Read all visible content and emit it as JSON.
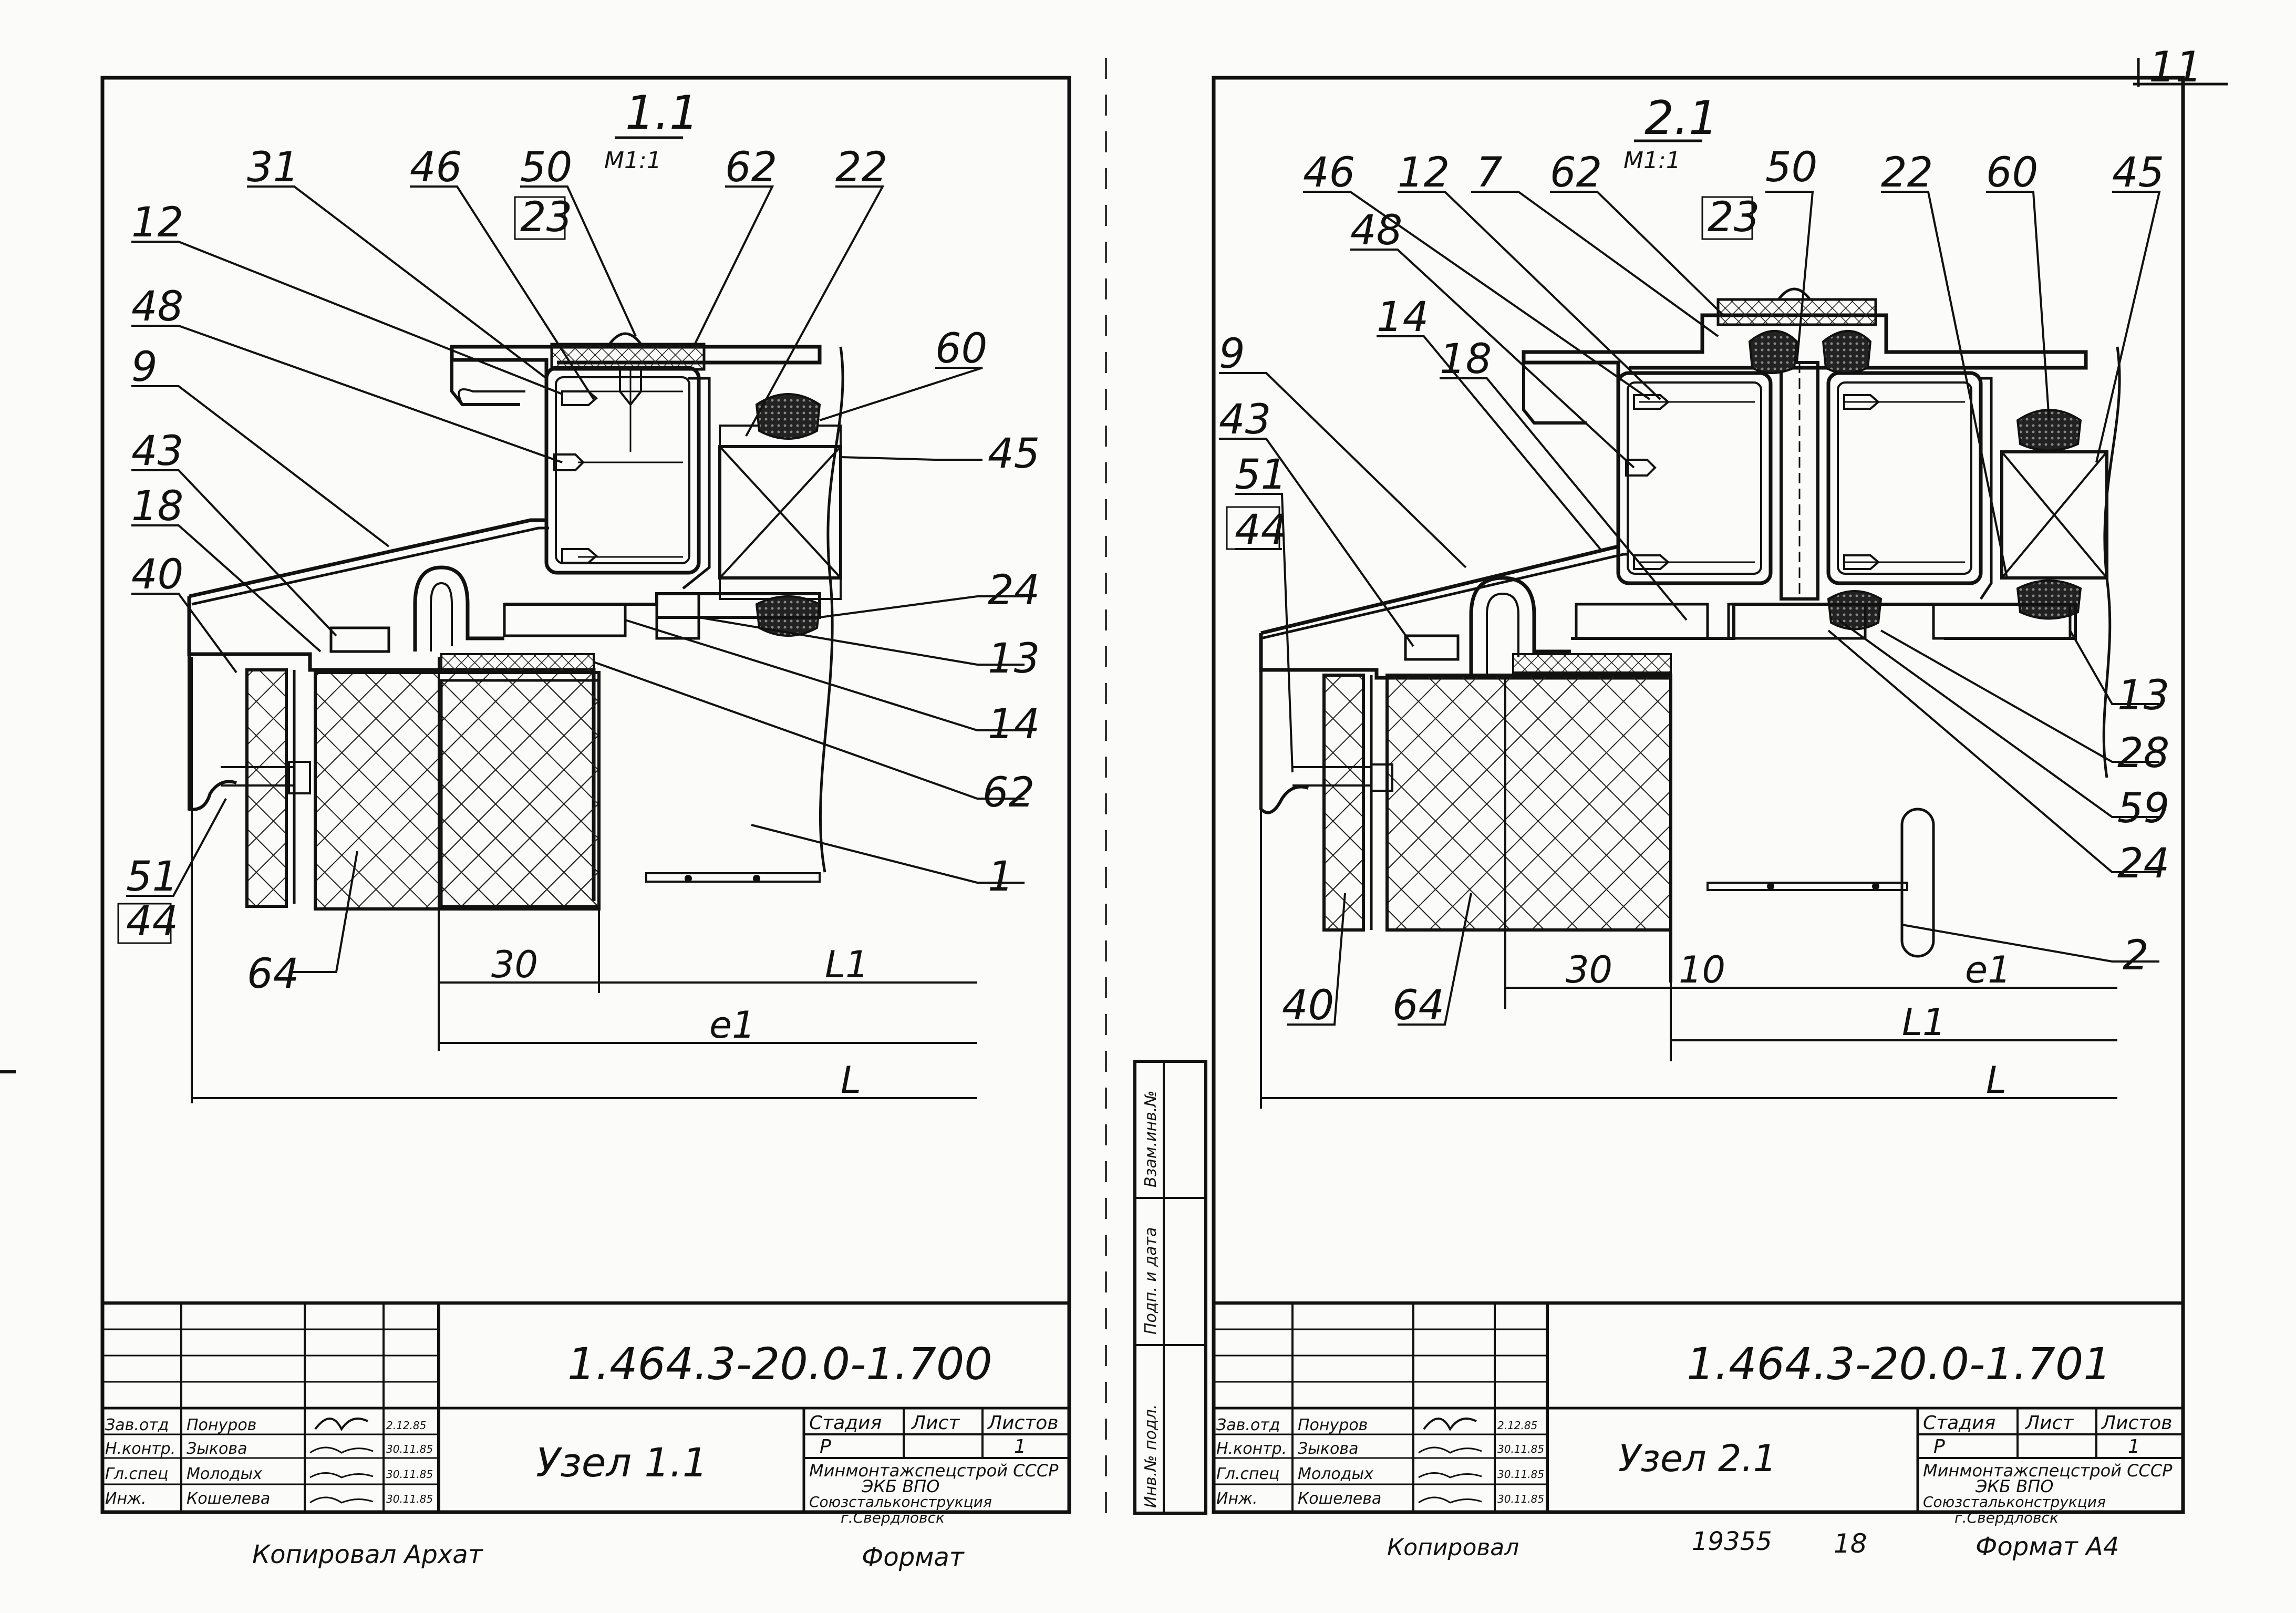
{
  "sheet_number": "11",
  "footer_stamp": "19355",
  "footer_page": "18",
  "left": {
    "section_title": "1.1",
    "scale": "M1:1",
    "callouts": [
      "31",
      "46",
      "50",
      "23",
      "62",
      "22",
      "12",
      "48",
      "9",
      "43",
      "18",
      "40",
      "51",
      "44",
      "64",
      "60",
      "45",
      "24",
      "13",
      "14",
      "62",
      "1"
    ],
    "dimensions": {
      "d30": "30",
      "l1": "L1",
      "e1": "e1",
      "L": "L"
    },
    "title_block": {
      "document_code": "1.464.3-20.0-1.700",
      "title": "Узел 1.1",
      "stage_header": "Стадия",
      "sheet_header": "Лист",
      "sheets_header": "Листов",
      "stage": "Р",
      "sheet": "",
      "sheets": "1",
      "org_line1": "Минмонтажспецстрой СССР",
      "org_line2": "ЭКБ ВПО",
      "org_line3": "Союзстальконструкция",
      "org_line4": "г.Свердловск",
      "roles": [
        "Зав.отд",
        "Н.контр.",
        "Гл.спец",
        "Инж."
      ],
      "names": [
        "Понуров",
        "Зыкова",
        "Молодых",
        "Кошелева"
      ],
      "dates": [
        "2.12.85",
        "30.11.85",
        "30.11.85",
        "30.11.85"
      ]
    },
    "copied_by": "Копировал Архат",
    "format": "Формат"
  },
  "right": {
    "section_title": "2.1",
    "scale": "M1:1",
    "callouts": [
      "46",
      "12",
      "7",
      "62",
      "50",
      "23",
      "22",
      "60",
      "45",
      "48",
      "14",
      "9",
      "18",
      "43",
      "51",
      "44",
      "40",
      "64",
      "13",
      "28",
      "59",
      "24",
      "2"
    ],
    "dimensions": {
      "d30": "30",
      "d10": "10",
      "e1": "e1",
      "l1": "L1",
      "L": "L"
    },
    "title_block": {
      "document_code": "1.464.3-20.0-1.701",
      "title": "Узел 2.1",
      "stage_header": "Стадия",
      "sheet_header": "Лист",
      "sheets_header": "Листов",
      "stage": "Р",
      "sheet": "",
      "sheets": "1",
      "org_line1": "Минмонтажспецстрой СССР",
      "org_line2": "ЭКБ ВПО",
      "org_line3": "Союзстальконструкция",
      "org_line4": "г.Свердловск",
      "roles": [
        "Зав.отд",
        "Н.контр.",
        "Гл.спец",
        "Инж."
      ],
      "names": [
        "Понуров",
        "Зыкова",
        "Молодых",
        "Кошелева"
      ],
      "dates": [
        "2.12.85",
        "30.11.85",
        "30.11.85",
        "30.11.85"
      ]
    },
    "copied_by": "Копировал",
    "format": "Формат А4"
  },
  "side_strip": [
    "Взам.инв.№",
    "Подп. и дата",
    "Инв.№ подл."
  ]
}
